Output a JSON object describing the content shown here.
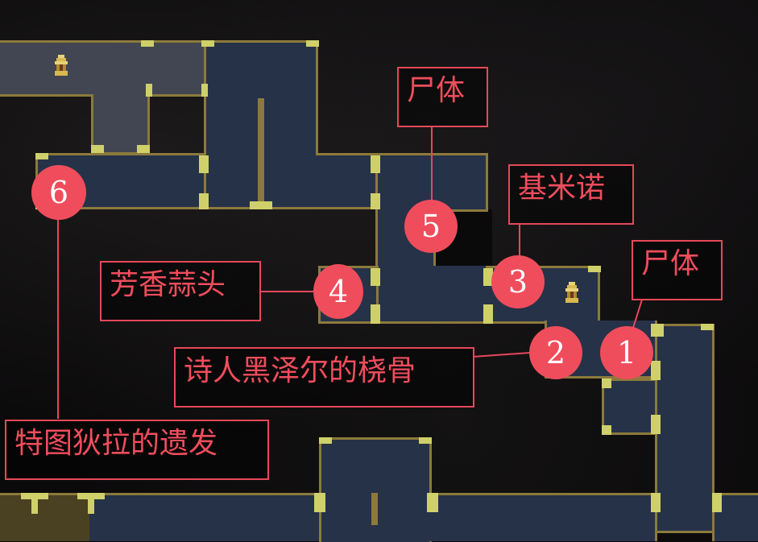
{
  "scene": {
    "type": "metroidvania-map",
    "colors": {
      "room_explored": "#263248",
      "room_current_area": "#414652",
      "room_unexplored": "#4a4022",
      "wall": "#8c7a3c",
      "door_cap": "#cfd06a",
      "marker": "#f04d5c",
      "label_border": "#e6485a",
      "label_text": "#f04d5c",
      "background": "#0b0a0b"
    }
  },
  "markers": [
    {
      "num": "1",
      "label": "尸体"
    },
    {
      "num": "2",
      "label": "诗人黑泽尔的桡骨"
    },
    {
      "num": "3",
      "label": "基米诺"
    },
    {
      "num": "4",
      "label": "芳香蒜头"
    },
    {
      "num": "5",
      "label": "尸体"
    },
    {
      "num": "6",
      "label": "特图狄拉的遗发"
    }
  ],
  "icons": {
    "shrine_top_left": "shrine-icon",
    "shrine_right": "shrine-icon"
  }
}
